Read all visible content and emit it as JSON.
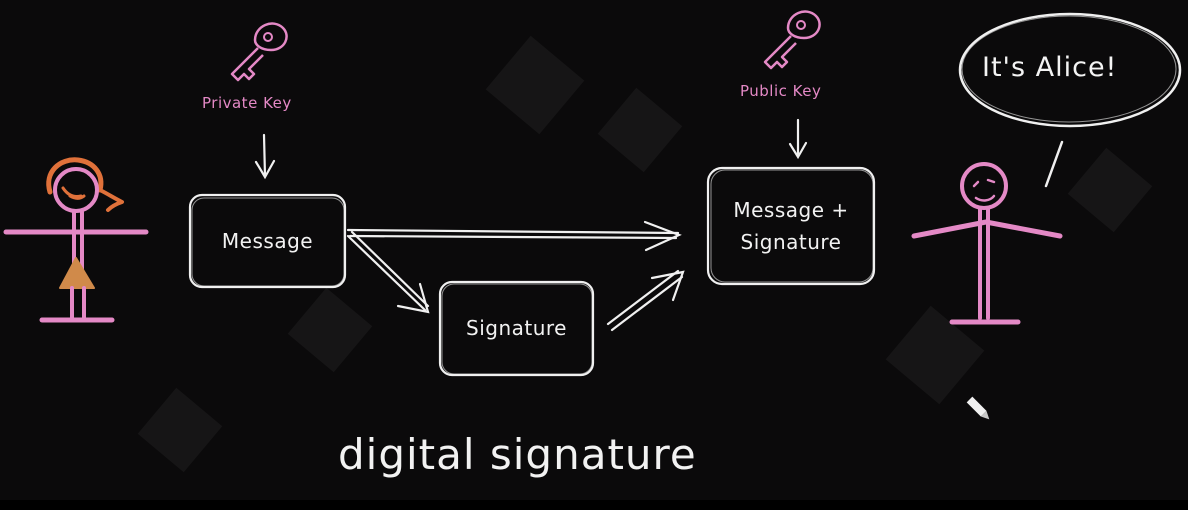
{
  "labels": {
    "private_key": "Private Key",
    "public_key": "Public Key",
    "message": "Message",
    "signature": "Signature",
    "message_plus_line1": "Message +",
    "message_plus_line2": "Signature",
    "speech": "It's Alice!",
    "title": "digital signature"
  },
  "colors": {
    "background": "#0b0a0b",
    "stroke": "#f0f0f0",
    "pink": "#e489c6",
    "alice_hair": "#e0713a",
    "alice_dress": "#d08a4a"
  },
  "icons": [
    "key-icon",
    "pencil-icon"
  ]
}
